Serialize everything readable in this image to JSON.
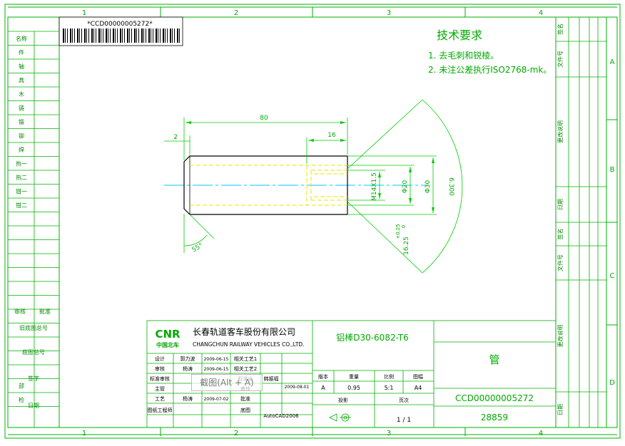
{
  "colors": {
    "frame": "#00b000",
    "part": "#000000",
    "dimension": "#00cc00",
    "hidden": "#e6e600",
    "centerline": "#00c8ff",
    "title_text": "#00aa00",
    "background": "#ffffff"
  },
  "zones": {
    "columns": [
      "1",
      "2",
      "3",
      "4"
    ],
    "rows": [
      "A",
      "B",
      "C",
      "D"
    ]
  },
  "barcode": {
    "text": "*CCD00000005272*"
  },
  "tech": {
    "title": "技术要求",
    "items": [
      "1. 去毛刺和锐棱。",
      "2. 未注公差执行ISO2768-mk。"
    ]
  },
  "dims": {
    "length": "80",
    "chamfer": "2",
    "depth": "16",
    "thread": "M14X1.5",
    "bore": "Φ20",
    "outer": "Φ30",
    "roughness": "6.300",
    "groove": "16.25",
    "tol_upper": "+0.25",
    "tol_lower": "0",
    "angle": "55°"
  },
  "left_table": {
    "rows": [
      "名称",
      "件",
      "轴",
      "具",
      "木",
      "铸",
      "锻",
      "铆",
      "焊",
      "热一",
      "热二",
      "钳一",
      "钳二",
      "",
      "",
      "",
      "",
      "",
      "",
      "",
      "",
      "",
      "",
      "",
      "",
      "部",
      "检"
    ],
    "sign": "审核",
    "sign2": "批准",
    "replaced": "旧底图总号",
    "base": "底图总号",
    "signature": "签字",
    "date": "日期"
  },
  "right_strip": {
    "labels": [
      "签名",
      "文件号",
      "更改说明",
      "日期",
      "签名",
      "文件号",
      "更改说明",
      "日期"
    ]
  },
  "title_block": {
    "logo_top": "CNR",
    "logo_bottom": "中国北车",
    "company_cn": "长春轨道客车股份有限公司",
    "company_en": "CHANGCHUN RAILWAY VEHICLES CO.,LTD.",
    "material": "铝棒D30-6082-T6",
    "part_name": "管",
    "drawing_no": "CCD00000005272",
    "id_no": "28859",
    "roles": [
      "设计",
      "审核",
      "标准审核",
      "主管",
      "工艺",
      "图纸工程师"
    ],
    "names": [
      "郭力波",
      "杨涛",
      "",
      "",
      "杨涛",
      ""
    ],
    "dates": [
      "2009-06-15",
      "2009-06-15",
      "",
      "",
      "2009-07-02",
      ""
    ],
    "mid_labels": [
      "相关工艺1",
      "相关工艺2",
      "标准化",
      "审核",
      "批准",
      "底图"
    ],
    "mid_values": [
      "",
      "",
      "韩振福",
      "",
      "",
      "AutoCAD2006"
    ],
    "approve_date": "2009-08-01",
    "version_header": "版本",
    "version": "A",
    "weight_header": "重量",
    "weight": "0.95",
    "scale_header": "比例",
    "scale": "5:1",
    "size_header": "图幅",
    "size": "A4",
    "projection_header": "投影",
    "sheets_header": "页次",
    "sheets": "1 / 1"
  },
  "watermark": "截图(Alt + A)"
}
